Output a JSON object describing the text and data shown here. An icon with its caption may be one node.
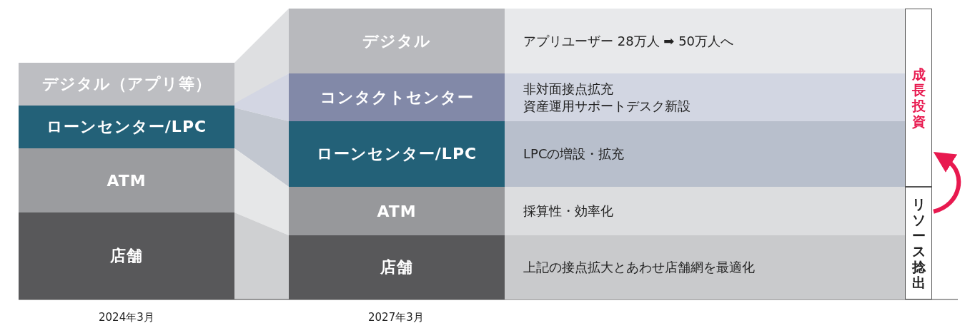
{
  "diagram": {
    "nodes": [
      {
        "text": [
          "デジタル（アプリ等）"
        ]
      },
      {
        "text": [
          "ローンセンター/LPC"
        ]
      },
      {
        "text": [
          "ATM"
        ]
      },
      {
        "text": [
          "店舗"
        ]
      },
      {
        "text": [
          "デジタル"
        ]
      },
      {
        "text": [
          "コンタクトセンター"
        ]
      },
      {
        "text": [
          "ローンセンター/LPC"
        ]
      },
      {
        "text": [
          "ATM"
        ]
      },
      {
        "text": [
          "店舗"
        ]
      },
      {
        "text": [
          "アプリユーザー 28万人 ➡ 50万人へ"
        ]
      },
      {
        "text": [
          "非対面接点拡充",
          "資産運用サポートデスク新設"
        ]
      },
      {
        "text": [
          "LPCの増設・拡充"
        ]
      },
      {
        "text": [
          "採算性・効率化"
        ]
      },
      {
        "text": [
          "上記の接点拡大とあわせ店舗網を最適化"
        ]
      },
      {
        "text": [
          "成長投資"
        ]
      },
      {
        "text": [
          "リソース捻出"
        ]
      }
    ],
    "edges": [
      {
        "from": 0,
        "to": 4,
        "arrow": "none"
      },
      {
        "from": 1,
        "to": 5,
        "arrow": "none"
      },
      {
        "from": 1,
        "to": 6,
        "arrow": "none"
      },
      {
        "from": 2,
        "to": 7,
        "arrow": "none"
      },
      {
        "from": 3,
        "to": 8,
        "arrow": "none"
      },
      {
        "from": 15,
        "to": 14,
        "arrow": "to",
        "color": "#e8194f"
      }
    ],
    "labels": [
      "2024年3月",
      "2027年3月"
    ]
  }
}
